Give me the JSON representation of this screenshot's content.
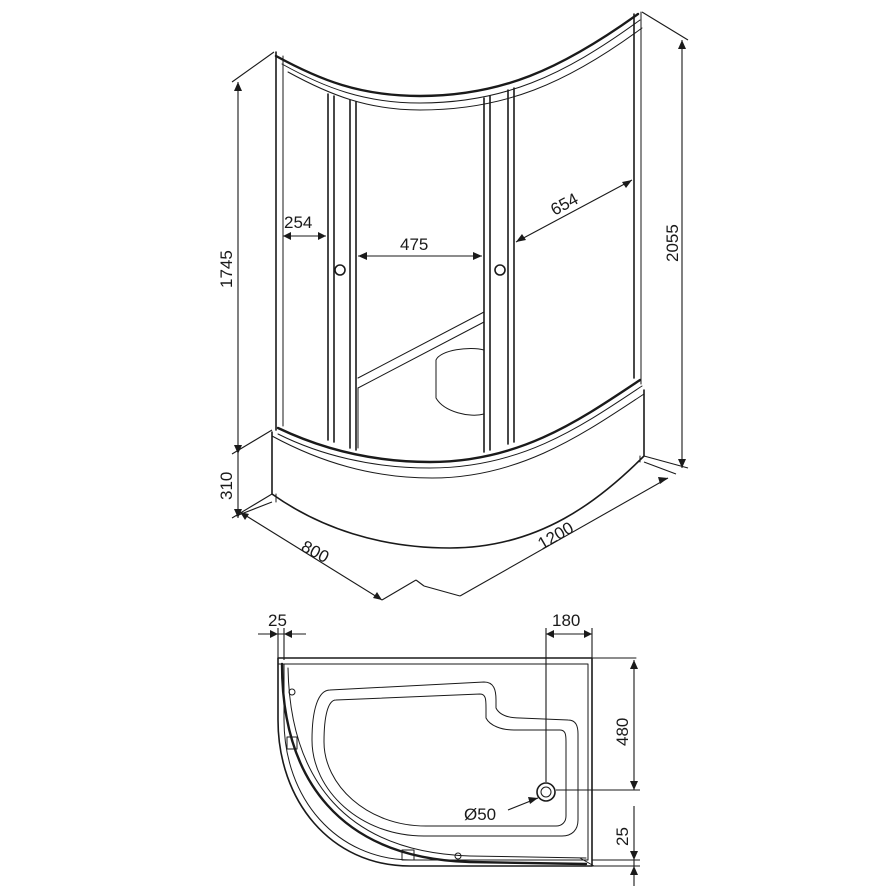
{
  "dimensions": {
    "door_width_left": "254",
    "opening_width": "475",
    "side_panel_width": "654",
    "frame_height": "1745",
    "total_height": "2055",
    "tray_height": "310",
    "depth": "800",
    "length": "1200",
    "wall_offset_top": "25",
    "drain_offset": "180",
    "seat_depth": "480",
    "drain_diameter": "Ø50",
    "wall_offset_bottom": "25"
  },
  "views": [
    "perspective-view",
    "top-view"
  ]
}
